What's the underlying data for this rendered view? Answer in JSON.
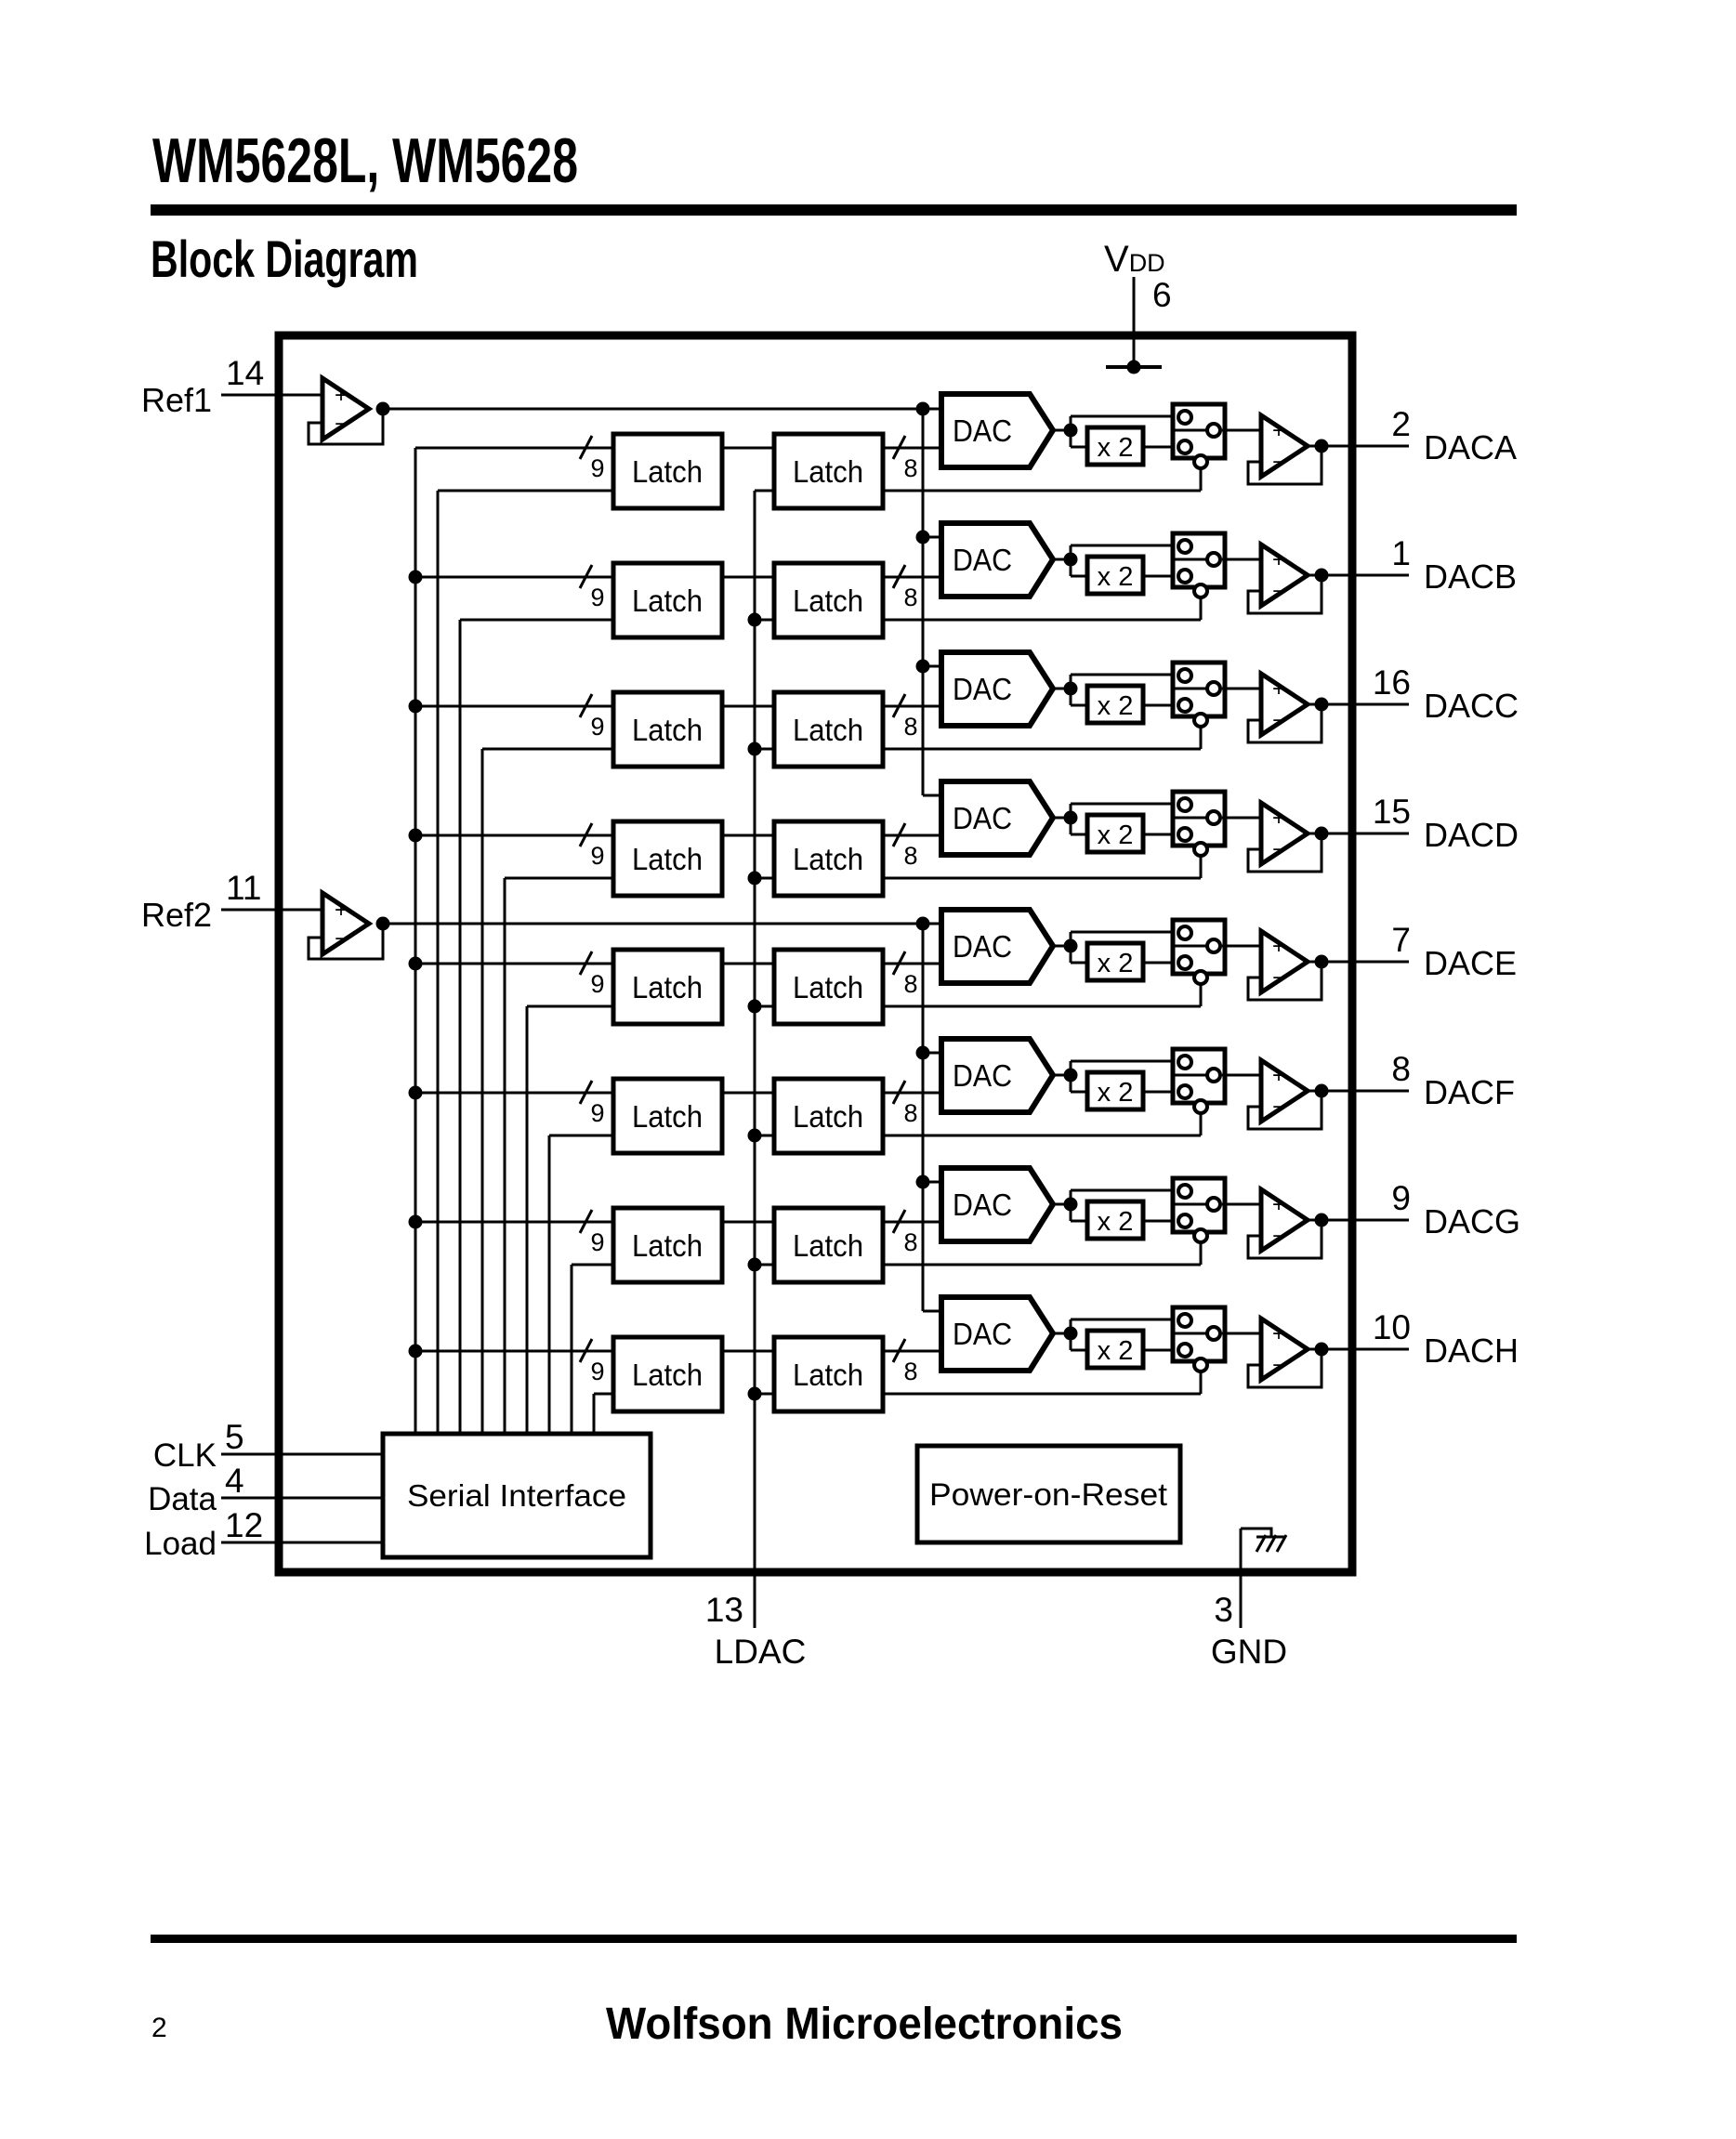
{
  "page": {
    "title": "WM5628L, WM5628",
    "section": "Block Diagram",
    "footer": "Wolfson Microelectronics",
    "page_number": "2"
  },
  "diagram": {
    "vdd": {
      "name": "V",
      "sub": "DD",
      "pin": "6"
    },
    "refs": [
      {
        "label": "Ref1",
        "pin": "14"
      },
      {
        "label": "Ref2",
        "pin": "11"
      }
    ],
    "labels": {
      "latch": "Latch",
      "dac": "DAC",
      "gain": "x 2",
      "in_bus": "9",
      "out_bus": "8",
      "plus": "+",
      "minus": "−"
    },
    "serial_interface": {
      "label": "Serial Interface",
      "inputs": [
        {
          "label": "CLK",
          "pin": "5"
        },
        {
          "label": "Data",
          "pin": "4"
        },
        {
          "label": "Load",
          "pin": "12"
        }
      ]
    },
    "por": {
      "label": "Power-on-Reset"
    },
    "ldac": {
      "label": "LDAC",
      "pin": "13"
    },
    "gnd": {
      "label": "GND",
      "pin": "3"
    },
    "channels": [
      {
        "label": "DACA",
        "pin": "2"
      },
      {
        "label": "DACB",
        "pin": "1"
      },
      {
        "label": "DACC",
        "pin": "16"
      },
      {
        "label": "DACD",
        "pin": "15"
      },
      {
        "label": "DACE",
        "pin": "7"
      },
      {
        "label": "DACF",
        "pin": "8"
      },
      {
        "label": "DACG",
        "pin": "9"
      },
      {
        "label": "DACH",
        "pin": "10"
      }
    ]
  }
}
